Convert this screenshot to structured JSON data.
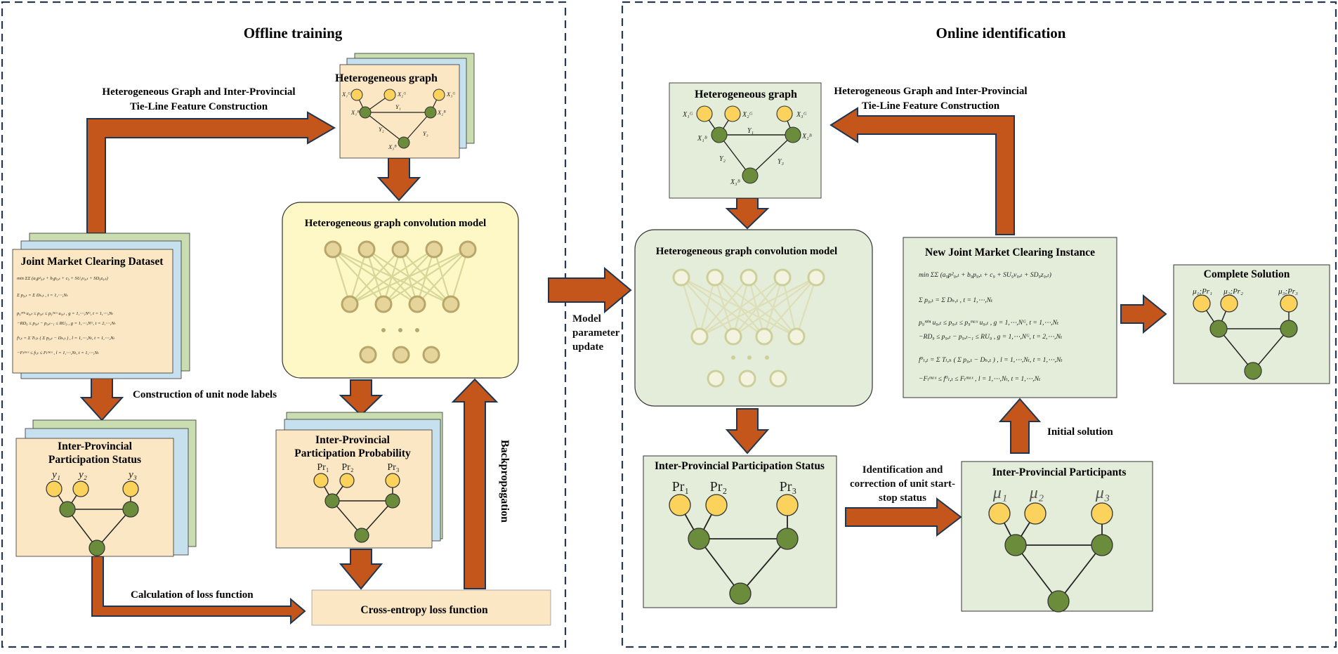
{
  "offline": {
    "title": "Offline training",
    "hetero_construction_label": [
      "Heterogeneous Graph and Inter-Provincial",
      "Tie-Line Feature Construction"
    ],
    "hetero_graph": {
      "title": "Heterogeneous graph",
      "nodes": [
        "X₁ᴳ",
        "X₂ᴳ",
        "X₃ᴳ",
        "X₁ᴮ",
        "X₂ᴮ",
        "X₃ᴮ"
      ],
      "edges": [
        "Y₁",
        "Y₂",
        "Y₃"
      ]
    },
    "dataset": {
      "title": "Joint Market Clearing Dataset",
      "equations": [
        "min ΣΣ (a₉p²₉,ₜ + b₉p₉,ₜ + c₉ + SU₉v₉,ₜ + SD₉z₉,ₜ)",
        "Σ p₉,ₜ = Σ Dₕ,ₜ , t = 1,⋯,Nₜ",
        "p₉ᵐⁱⁿ u₉,ₜ ≤ p₉,ₜ ≤ p₉ᵐᵃˣ u₉,ₜ , g = 1,⋯,Nᴳ, t = 1,⋯,Nₜ",
        "−RD₉ ≤ p₉,ₜ − p₉,ₜ₋₁ ≤ RU₉ , g = 1,⋯,Nᴳ, t = 2,⋯,Nₜ",
        "fᵗₗ,ₜ = Σ Tₗ,ₕ ( Σ p₉,ₜ − Dₕ,ₜ ) , l = 1,⋯,Nₗ, t = 1,⋯,Nₜ",
        "−Fₗᵐᵃˣ ≤ fₗ,ₜ ≤ Fₗᵐᵃˣ , l = 1,⋯,Nₗ, t = 1,⋯,Nₜ"
      ]
    },
    "hgcn": {
      "title": "Heterogeneous graph convolution model"
    },
    "unit_labels_text": "Construction of unit node labels",
    "status": {
      "title": [
        "Inter-Provincial",
        "Participation Status"
      ],
      "labels": [
        "y₁",
        "y₂",
        "y₃"
      ]
    },
    "probability": {
      "title": [
        "Inter-Provincial",
        "Participation Probability"
      ],
      "labels": [
        "Pr₁",
        "Pr₂",
        "Pr₃"
      ]
    },
    "loss_calc_text": "Calculation of loss function",
    "loss_box_text": "Cross-entropy loss function",
    "backprop_text": "Backpropagation"
  },
  "update_text": [
    "Model",
    "parameter",
    "update"
  ],
  "online": {
    "title": "Online identification",
    "hetero_construction_label": [
      "Heterogeneous Graph and Inter-Provincial",
      "Tie-Line Feature Construction"
    ],
    "hetero_graph": {
      "title": "Heterogeneous graph",
      "nodes": [
        "X₁ᴳ",
        "X₂ᴳ",
        "X₃ᴳ",
        "X₁ᴮ",
        "X₂ᴮ",
        "X₃ᴮ"
      ],
      "edges": [
        "Y₁",
        "Y₂",
        "Y₃"
      ]
    },
    "hgcn": {
      "title": "Heterogeneous graph convolution model"
    },
    "instance": {
      "title": "New Joint Market Clearing Instance",
      "equations": [
        "min ΣΣ (a₉p²₉,ₜ + b₉p₉,ₜ + c₉ + SU₉v₉,ₜ + SD₉z₉,ₜ)",
        "Σ p₉,ₜ = Σ Dₕ,ₜ , t = 1,⋯,Nₜ",
        "p₉ᵐⁱⁿ u₉,ₜ ≤ p₉,ₜ ≤ p₉ᵐᵃˣ u₉,ₜ , g = 1,⋯,Nᴳ, t = 1,⋯,Nₜ",
        "−RD₉ ≤ p₉,ₜ − p₉,ₜ₋₁ ≤ RU₉ , g = 1,⋯,Nᴳ, t = 2,⋯,Nₜ",
        "f⁰ₗ,ₜ = Σ Tₗ,ₕ ( Σ p₉,ₜ − Dₕ,ₜ ) , l = 1,⋯,Nₗ, t = 1,⋯,Nₜ",
        "−Fₗᵐᵃˣ ≤ f⁰ₗ,ₜ ≤ Fₗᵐᵃˣ , l = 1,⋯,Nₗ, t = 1,⋯,Nₜ"
      ]
    },
    "complete": {
      "title": "Complete Solution",
      "labels": [
        "μ₁;Pr₁",
        "μ₂;Pr₂",
        "μ₃;Pr₃"
      ]
    },
    "status": {
      "title": "Inter-Provincial Participation Status",
      "labels": [
        "Pr₁",
        "Pr₂",
        "Pr₃"
      ]
    },
    "identification_text": [
      "Identification and",
      "correction of unit start-",
      "stop status"
    ],
    "participants": {
      "title": "Inter-Provincial Participants",
      "labels": [
        "μ₁",
        "μ₂",
        "μ₃"
      ]
    },
    "initial_solution_text": "Initial solution"
  }
}
